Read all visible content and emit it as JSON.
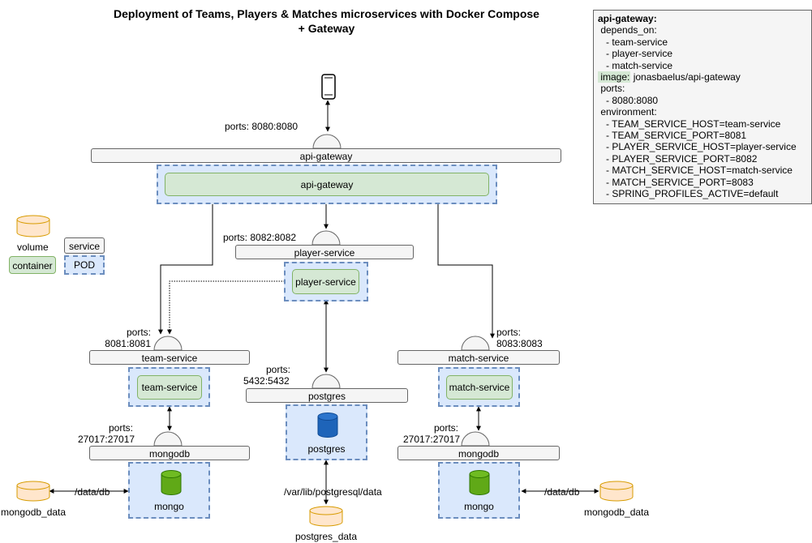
{
  "title": {
    "line1": "Deployment of Teams, Players & Matches microservices with Docker Compose",
    "line2": "+ Gateway"
  },
  "icons": {
    "phone": "mobile-phone-icon",
    "volume": "cylinder-volume-icon",
    "mongo": "green-cylinder-db-icon",
    "postgres": "blue-cylinder-db-icon"
  },
  "colors": {
    "pod_fill": "#dae8fc",
    "pod_border": "#6c8ebf",
    "container_fill": "#d5e8d4",
    "container_border": "#82b366",
    "service_fill": "#f5f5f5",
    "volume_fill": "#ffe6cc",
    "volume_border": "#d79b00",
    "mongo_green": "#60a917",
    "postgres_blue": "#1e64b9"
  },
  "gateway": {
    "ports": "ports: 8080:8080",
    "service": "api-gateway",
    "container": "api-gateway"
  },
  "player": {
    "ports": "ports: 8082:8082",
    "service": "player-service",
    "container": "player-service"
  },
  "team": {
    "ports_line1": "ports:",
    "ports_line2": "8081:8081",
    "service": "team-service",
    "container": "team-service"
  },
  "match": {
    "ports_line1": "ports:",
    "ports_line2": "8083:8083",
    "service": "match-service",
    "container": "match-service"
  },
  "postgres": {
    "ports_line1": "ports:",
    "ports_line2": "5432:5432",
    "service": "postgres",
    "pod_label": "postgres",
    "mount": "/var/lib/postgresql/data",
    "volume": "postgres_data"
  },
  "mongo_left": {
    "ports_line1": "ports:",
    "ports_line2": "27017:27017",
    "service": "mongodb",
    "pod_label": "mongo",
    "mount": "/data/db",
    "volume": "mongodb_data"
  },
  "mongo_right": {
    "ports_line1": "ports:",
    "ports_line2": "27017:27017",
    "service": "mongodb",
    "pod_label": "mongo",
    "mount": "/data/db",
    "volume": "mongodb_data"
  },
  "legend": {
    "volume": "volume",
    "service": "service",
    "container": "container",
    "pod": "POD"
  },
  "note": {
    "heading": "api-gateway:",
    "depends_on": " depends_on:",
    "dep1": "   - team-service",
    "dep2": "   - player-service",
    "dep3": "   - match-service",
    "image_key": " image:",
    "image_val": " jonasbaelus/api-gateway",
    "ports": " ports:",
    "port1": "   - 8080:8080",
    "environment": " environment:",
    "env1": "   - TEAM_SERVICE_HOST=team-service",
    "env2": "   - TEAM_SERVICE_PORT=8081",
    "env3": "   - PLAYER_SERVICE_HOST=player-service",
    "env4": "   - PLAYER_SERVICE_PORT=8082",
    "env5": "   - MATCH_SERVICE_HOST=match-service",
    "env6": "   - MATCH_SERVICE_PORT=8083",
    "env7": "   - SPRING_PROFILES_ACTIVE=default"
  }
}
